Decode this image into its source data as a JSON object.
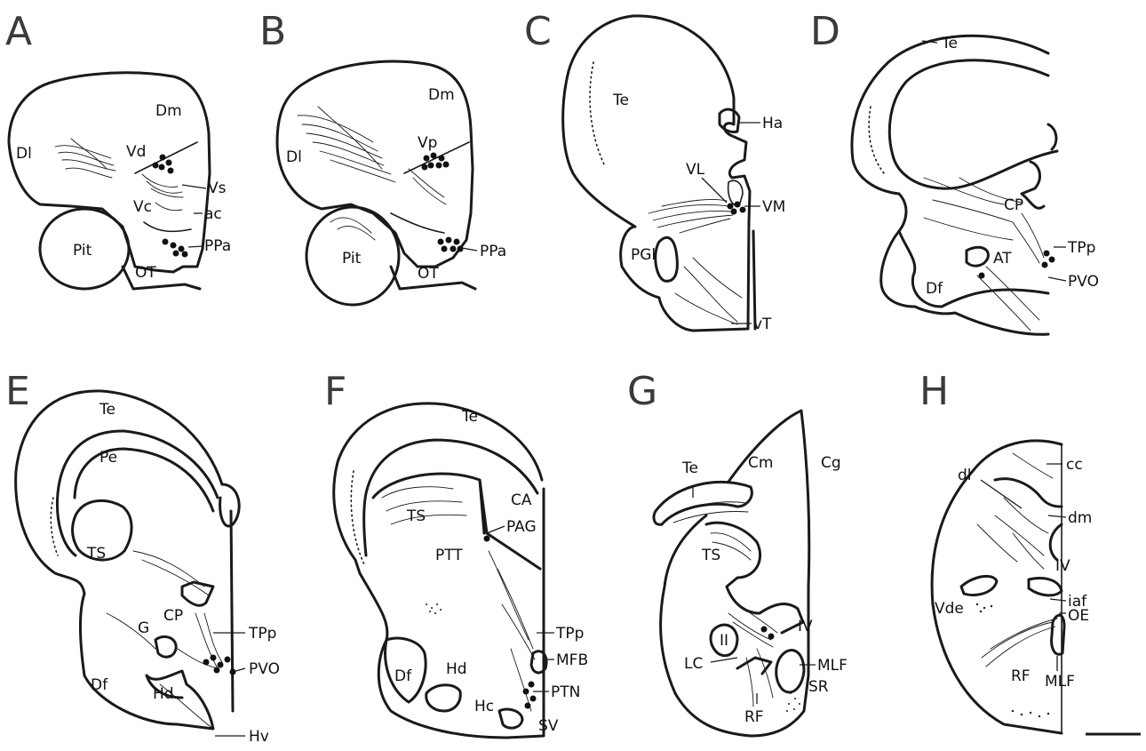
{
  "panels": {
    "A": {
      "letter": "A",
      "labels": [
        "Dm",
        "Dl",
        "Vd",
        "Vs",
        "Vc",
        "ac",
        "Pit",
        "PPa",
        "OT"
      ]
    },
    "B": {
      "letter": "B",
      "labels": [
        "Dm",
        "Dl",
        "Vp",
        "Pit",
        "OT",
        "PPa"
      ]
    },
    "C": {
      "letter": "C",
      "labels": [
        "Te",
        "Ha",
        "VL",
        "VM",
        "PGl",
        "vT"
      ]
    },
    "D": {
      "letter": "D",
      "labels": [
        "Te",
        "CP",
        "TPp",
        "AT",
        "Df",
        "PVO"
      ]
    },
    "E": {
      "letter": "E",
      "labels": [
        "Te",
        "Pe",
        "TS",
        "CP",
        "G",
        "TPp",
        "PVO",
        "Df",
        "Hd",
        "Hv"
      ]
    },
    "F": {
      "letter": "F",
      "labels": [
        "Te",
        "CA",
        "TS",
        "PAG",
        "PTT",
        "TPp",
        "MFB",
        "Df",
        "Hd",
        "PTN",
        "Hc",
        "SV"
      ]
    },
    "G": {
      "letter": "G",
      "labels": [
        "Cm",
        "Cg",
        "Te",
        "TS",
        "IV",
        "II",
        "LC",
        "MLF",
        "SR",
        "RF"
      ]
    },
    "H": {
      "letter": "H",
      "labels": [
        "cc",
        "dl",
        "dm",
        "IV",
        "Vde",
        "iaf",
        "OE",
        "RF",
        "MLF"
      ]
    }
  }
}
